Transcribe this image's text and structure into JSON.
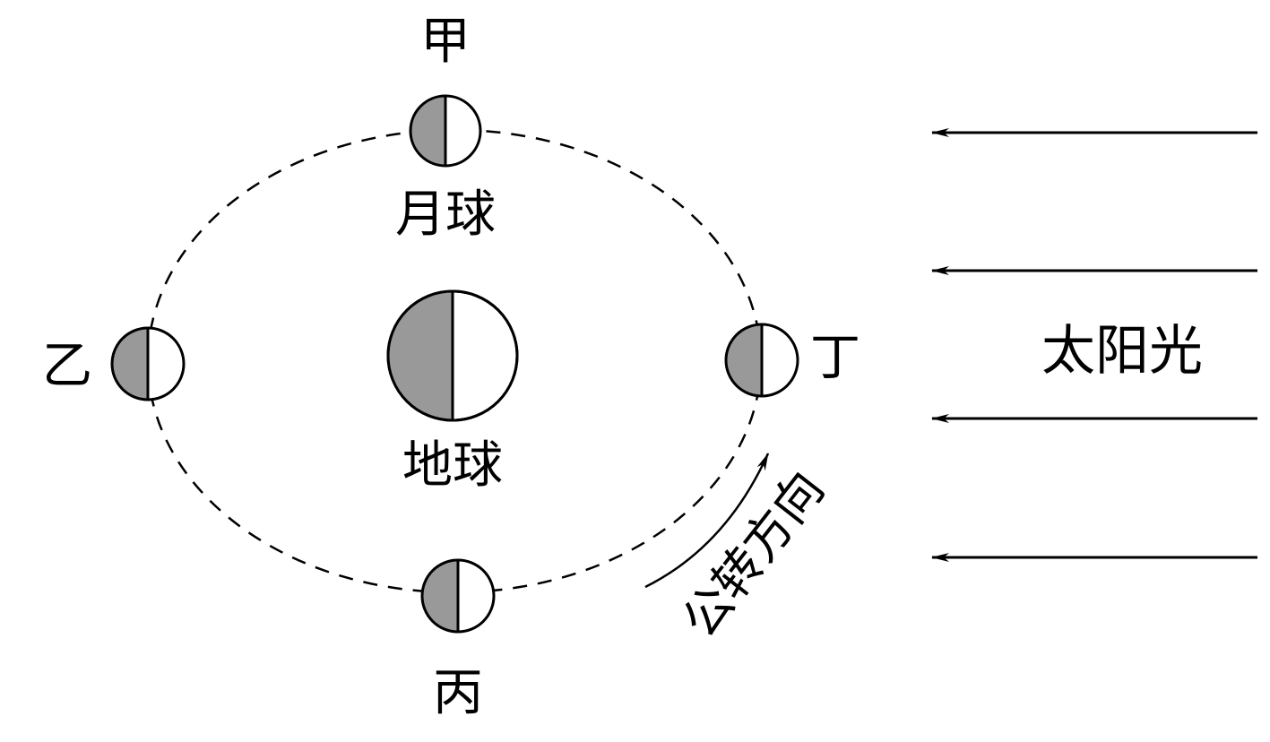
{
  "title": "月相示意图",
  "labels": {
    "jia": "甲",
    "yi": "乙",
    "bing": "丙",
    "ding": "丁",
    "moon": "月球",
    "earth": "地球",
    "sunlight": "太阳光",
    "revolution": "公转方向"
  },
  "colors": {
    "shadow": "#999999",
    "line": "#000000",
    "background": "#ffffff"
  }
}
